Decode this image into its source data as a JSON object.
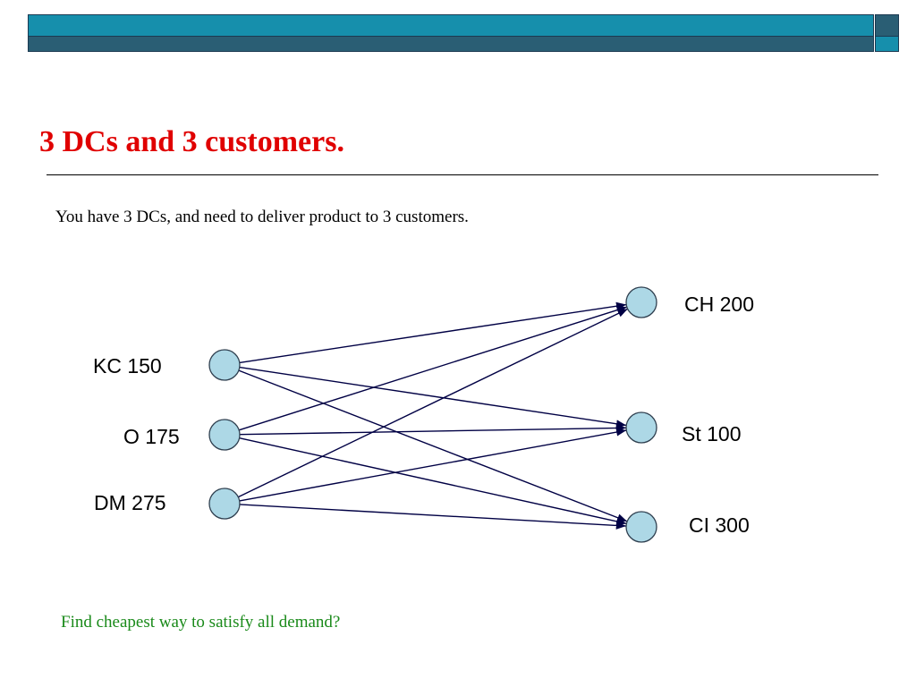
{
  "title": "3 DCs and 3 customers.",
  "subtitle": "You have 3 DCs, and need to deliver product to 3 customers.",
  "question": "Find cheapest way to satisfy all demand?",
  "colors": {
    "title": "#e00000",
    "question": "#1a8a1a",
    "node_fill": "#add8e6",
    "edge": "#000044",
    "header_bar": "#168fac",
    "header_bar_dark": "#2a5e74"
  },
  "diagram": {
    "type": "bipartite-network",
    "sources": [
      {
        "id": "KC",
        "label": "KC 150",
        "supply": 150
      },
      {
        "id": "O",
        "label": "O 175",
        "supply": 175
      },
      {
        "id": "DM",
        "label": "DM 275",
        "supply": 275
      }
    ],
    "destinations": [
      {
        "id": "CH",
        "label": "CH 200",
        "demand": 200
      },
      {
        "id": "St",
        "label": "St 100",
        "demand": 100
      },
      {
        "id": "CI",
        "label": "CI 300",
        "demand": 300
      }
    ],
    "edges": [
      {
        "from": "KC",
        "to": "CH"
      },
      {
        "from": "KC",
        "to": "St"
      },
      {
        "from": "KC",
        "to": "CI"
      },
      {
        "from": "O",
        "to": "CH"
      },
      {
        "from": "O",
        "to": "St"
      },
      {
        "from": "O",
        "to": "CI"
      },
      {
        "from": "DM",
        "to": "CH"
      },
      {
        "from": "DM",
        "to": "St"
      },
      {
        "from": "DM",
        "to": "CI"
      }
    ]
  }
}
